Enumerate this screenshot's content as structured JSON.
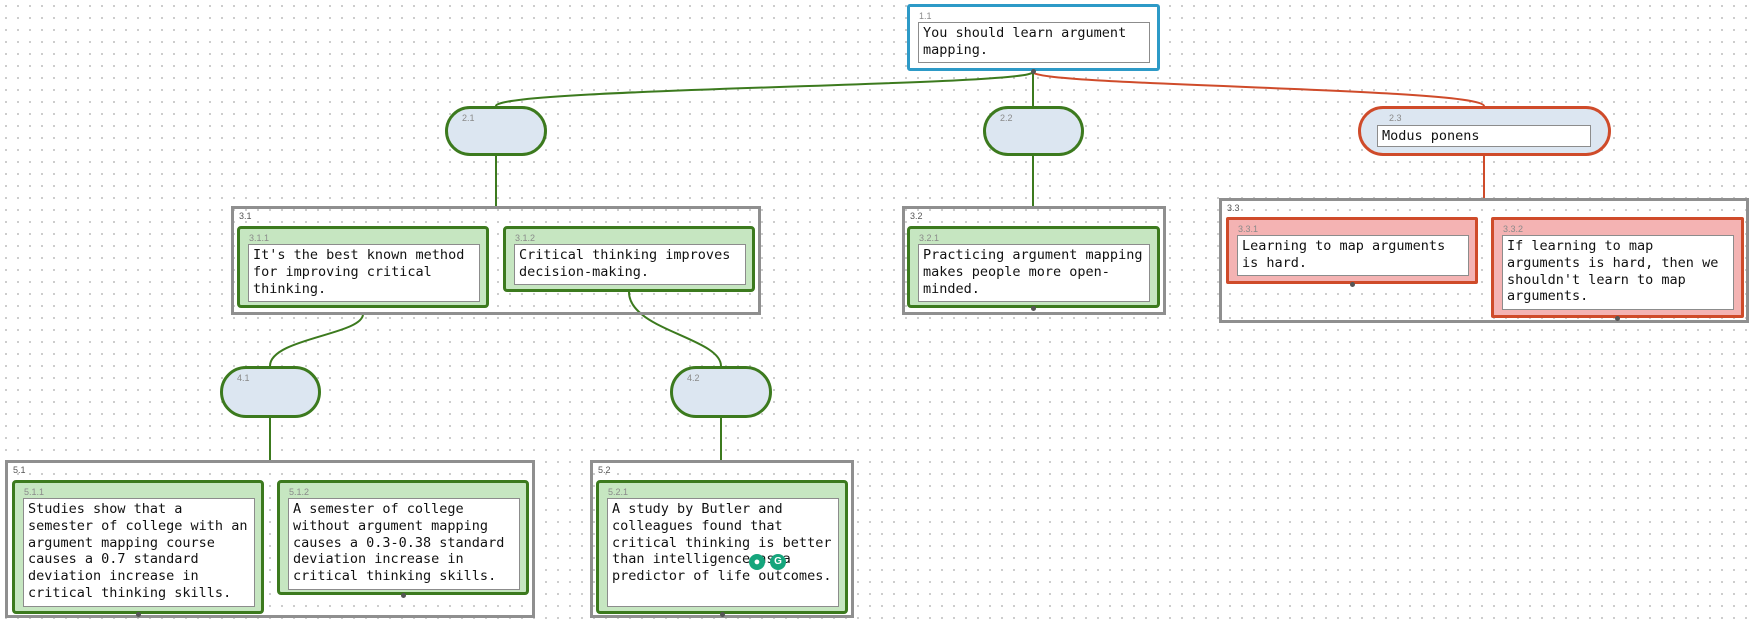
{
  "nodes": {
    "n1_1": {
      "id": "1.1",
      "text": "You should learn argument mapping."
    },
    "n2_1": {
      "id": "2.1"
    },
    "n2_2": {
      "id": "2.2"
    },
    "n2_3": {
      "id": "2.3",
      "text": "Modus ponens"
    },
    "g3_1": {
      "id": "3.1"
    },
    "g3_2": {
      "id": "3.2"
    },
    "g3_3": {
      "id": "3.3"
    },
    "n3_1_1": {
      "id": "3.1.1",
      "text": "It's the best known method for improving critical thinking."
    },
    "n3_1_2": {
      "id": "3.1.2",
      "text": "Critical thinking improves decision-making."
    },
    "n3_2_1": {
      "id": "3.2.1",
      "text": "Practicing argument mapping makes people more open-minded."
    },
    "n3_3_1": {
      "id": "3.3.1",
      "text": "Learning to map arguments is hard."
    },
    "n3_3_2": {
      "id": "3.3.2",
      "text": "If learning to map arguments is hard, then we shouldn't learn to map arguments."
    },
    "n4_1": {
      "id": "4.1"
    },
    "n4_2": {
      "id": "4.2"
    },
    "g5_1": {
      "id": "5.1"
    },
    "g5_2": {
      "id": "5.2"
    },
    "n5_1_1": {
      "id": "5.1.1",
      "text": "Studies show that a semester of college with an argument mapping course causes a 0.7 standard deviation increase in critical thinking skills."
    },
    "n5_1_2": {
      "id": "5.1.2",
      "text": "A semester of college without argument mapping causes a 0.3-0.38 standard deviation increase in critical thinking skills."
    },
    "n5_2_1": {
      "id": "5.2.1",
      "text": "A study by Butler and colleagues found that critical thinking is better than intelligence as a predictor of life outcomes."
    }
  },
  "extension_icons": [
    "lightbulb-icon",
    "grammarly-icon"
  ],
  "colors": {
    "support": "#3c7a1e",
    "oppose": "#cf4b2a",
    "claim_border": "#2d9ac7",
    "argument_fill": "#dce6f1",
    "support_fill": "#c6e6c1",
    "oppose_fill": "#f4b3b3",
    "group_border": "#8f8f8f"
  }
}
